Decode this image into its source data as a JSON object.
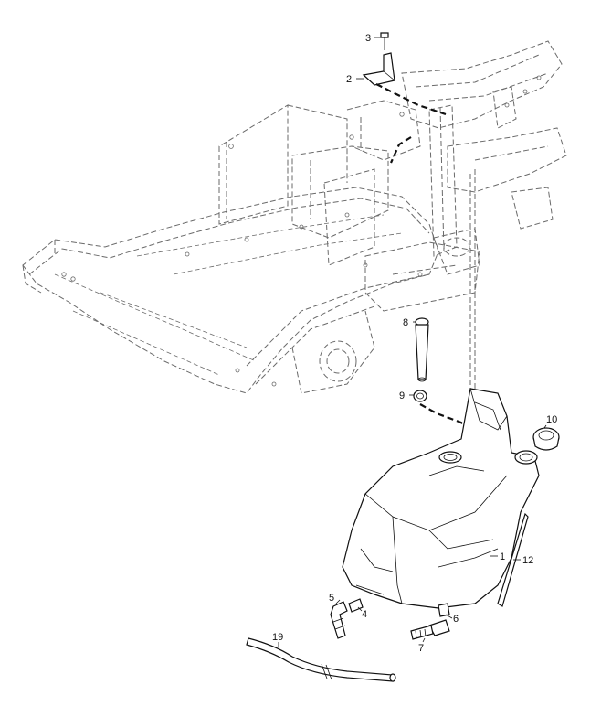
{
  "callouts": {
    "c1": "1",
    "c2": "2",
    "c3": "3",
    "c4": "4",
    "c5": "5",
    "c6": "6",
    "c7": "7",
    "c8": "8",
    "c9": "9",
    "c10": "10",
    "c12": "12",
    "c19": "19"
  }
}
